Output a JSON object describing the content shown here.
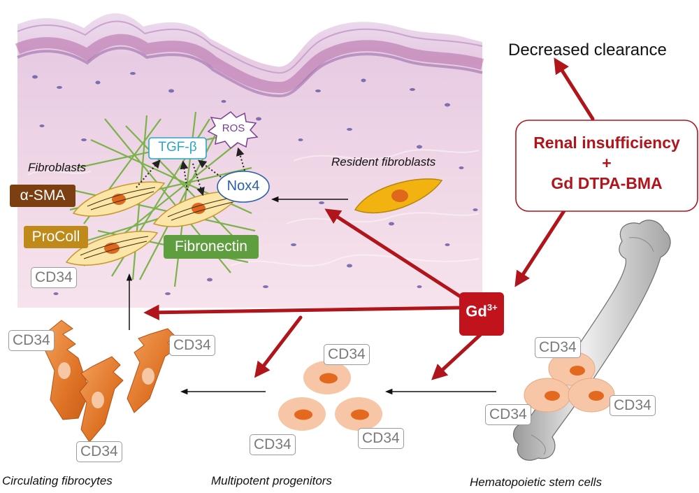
{
  "labels": {
    "decreased_clearance": "Decreased clearance",
    "renal_line1": "Renal insufficiency",
    "renal_line2": "+",
    "renal_line3": "Gd DTPA-BMA",
    "gd_ion": "Gd",
    "gd_charge": "3+",
    "fibroblasts": "Fibroblasts",
    "resident_fibroblasts": "Resident fibroblasts",
    "tgf_beta": "TGF-β",
    "ros": "ROS",
    "nox4": "Nox4",
    "alpha_sma": "α-SMA",
    "procoll": "ProColl",
    "fibronectin": "Fibronectin",
    "cd34": "CD34",
    "circulating_fibrocytes": "Circulating fibrocytes",
    "multipotent_progenitors": "Multipotent progenitors",
    "hematopoietic_stem_cells": "Hematopoietic stem cells"
  },
  "colors": {
    "red_arrow": "#b0151c",
    "gd_box": "#c0131c",
    "sma_box": "#7b3f12",
    "procoll_box": "#c08a1a",
    "fibronectin_box": "#5f9e3f",
    "tgf_text": "#2aa6c4",
    "nox4_text": "#2d5fa8",
    "ros_text": "#7a3f91",
    "fibrocyte": "#e0782b",
    "progenitor": "#f4b48e",
    "resident_fibroblast": "#f2b20f"
  },
  "icons": [
    "bone-icon",
    "fibroblast-cell-icon",
    "progenitor-cell-icon",
    "fibrocyte-cell-icon"
  ]
}
